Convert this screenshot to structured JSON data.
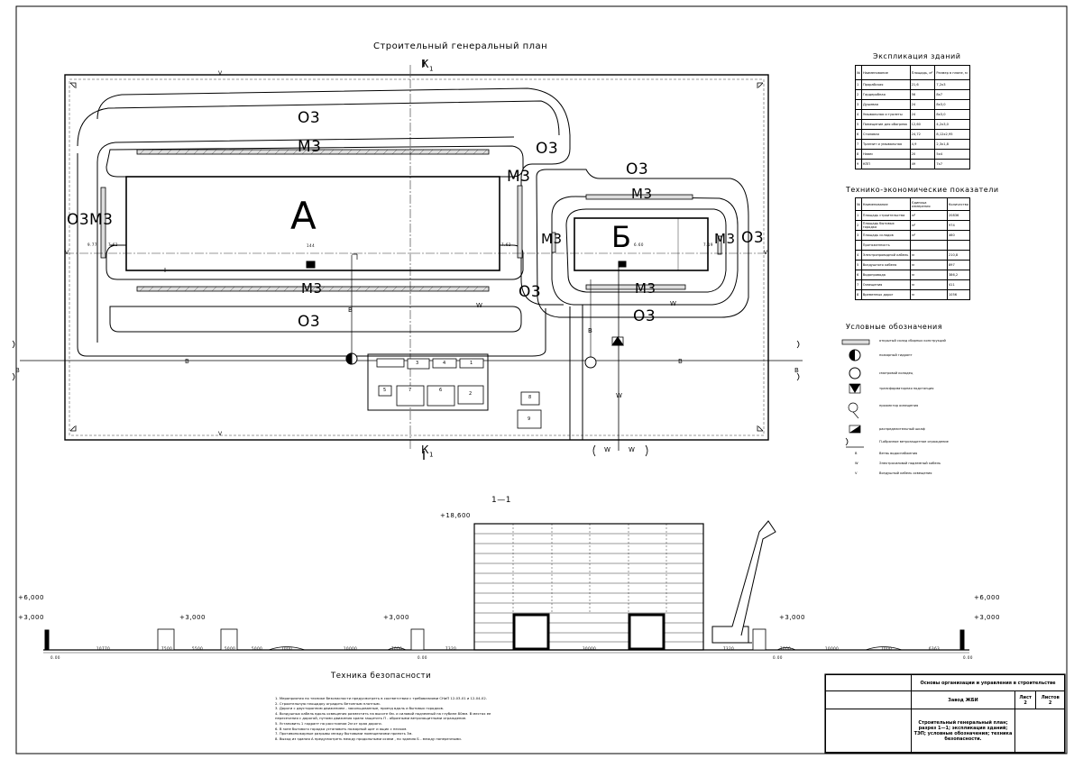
{
  "plan": {
    "title": "Строительный генеральный план",
    "section_marker": "1",
    "section_letter": "К",
    "building_a": "А",
    "building_b": "Б",
    "labels": {
      "o3": "О3",
      "m3": "М3",
      "v": "V",
      "b": "В",
      "w": "W"
    },
    "dims": {
      "d144": "144",
      "d762": "7.62",
      "d660": "6.60",
      "d719": "7.19",
      "d977": "9.77"
    },
    "temp_buildings": [
      "1",
      "2",
      "3",
      "4",
      "5",
      "6",
      "7",
      "8",
      "9"
    ]
  },
  "explication": {
    "title": "Экспликация зданий",
    "headers": [
      "№",
      "Наименование",
      "Площадь, м²",
      "Размер в плане, м"
    ],
    "rows": [
      [
        "1",
        "Прорабская",
        "21,6",
        "7,2х3"
      ],
      [
        "2",
        "Гардеробная",
        "56",
        "8х7"
      ],
      [
        "3",
        "Душевая",
        "24",
        "8х3,0"
      ],
      [
        "4",
        "Умывальная и туалеты",
        "24",
        "8х3,0"
      ],
      [
        "5",
        "Помещение для обогрева",
        "12,60",
        "4,2х3,0"
      ],
      [
        "6",
        "Столовая",
        "24,72",
        "8,12х2,95"
      ],
      [
        "7",
        "Транзит и умывальная",
        "4,9",
        "2,3х1,8"
      ],
      [
        "8",
        "Навес",
        "20",
        "5х4"
      ],
      [
        "9",
        "КПП",
        "49",
        "7х7"
      ]
    ]
  },
  "tech": {
    "title": "Технико-экономические показатели",
    "headers": [
      "№",
      "Наименование",
      "Единица измерения",
      "Количество"
    ],
    "rows": [
      [
        "1",
        "Площадь строительства",
        "м²",
        "20836"
      ],
      [
        "2",
        "Площадь бытовых городка",
        "м²",
        "974"
      ],
      [
        "3",
        "Площадь складов",
        "м²",
        "460"
      ],
      [
        "",
        "Протяженность",
        "",
        ""
      ],
      [
        "4",
        "Электропроводной кабель",
        "м",
        "210,8"
      ],
      [
        "5",
        "Воздушного кабеля",
        "м",
        "897"
      ],
      [
        "6",
        "Водопровода",
        "м",
        "386,2"
      ],
      [
        "7",
        "Освещения",
        "м",
        "411"
      ],
      [
        "8",
        "Временных дорог",
        "м",
        "1056"
      ]
    ]
  },
  "legend": {
    "title": "Условные обозначения",
    "items": [
      "открытый склад сборных конструкций",
      "пожарный гидрант",
      "смотровой колодец",
      "трансформаторная подстанция",
      "прожектор освещения",
      "распределительный шкаф",
      "П-образное ветрозащитное ограждение",
      "Ветвь водоснабжения",
      "Электросиловой подземный кабель",
      "Воздушный кабель освещения"
    ],
    "symbols": [
      "",
      "",
      "",
      "",
      "",
      "",
      "",
      "В",
      "W",
      "V"
    ]
  },
  "section": {
    "title": "1—1",
    "levels": [
      "+18,600",
      "+6,000",
      "+3,000",
      "+3,000",
      "+3,000",
      "+3,000",
      "+6,000",
      "+3,000"
    ],
    "dims": [
      "10770",
      "7500",
      "5500",
      "5000",
      "5000",
      "7000",
      "10000",
      "7000",
      "7320",
      "30000",
      "7320",
      "7000",
      "10000",
      "7000",
      "6363"
    ],
    "ground": [
      "0.00",
      "0.00",
      "0.00",
      "0.00"
    ]
  },
  "safety": {
    "title": "Техника безопасности",
    "notes": [
      "1. Мероприятия по технике безопасности предусмотреть в соответствии с требованиями СНиП   12-03-01 и 12-04-02.",
      "2. Строительную площадку оградить бетонным плотным.",
      "3. Дороги с двусторонним движением - закольцованные, проезд вдоль и бытовых городков.",
      "4. Воздушных кабель вдоль освещения разместить на высоте   6м. и силовой подземный на глубине  80мм. В местах ее",
      "пересечения с дорогой, путями движения крана защитить П - образными ветрозащитными ограждение.",
      "5. Установить  1 гидрант на расстоянии 2м от края дороги.",
      "6. В зоне бытового городка установить пожарный щит и ящик с песком.",
      "7. Противопожарные разрывы между бытовыми помещениями принять   3м.",
      "8. Выход из здания А предусмотреть между продольными осями , по зданию Б - между поперечными."
    ]
  },
  "stamp": {
    "org": "Основы организации и управления в строительстве",
    "object": "Завод ЖБИ",
    "sheet_label": "Лист",
    "sheets_label": "Листов",
    "sheet": "2",
    "sheets": "2",
    "content": "Строительный генеральный план; разрез 1—1; экспликация зданий; ТЭП; условные обозначения; техника безопасности."
  }
}
